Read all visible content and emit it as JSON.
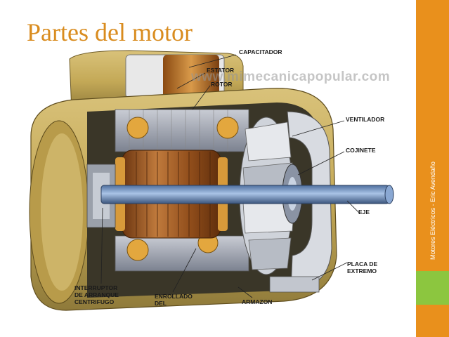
{
  "slide": {
    "title": "Partes del motor",
    "footer_vertical": "Motores Eléctricos - Eric Avendaño",
    "accent_color": "#e9901c",
    "accent_green": "#8cc63f",
    "title_color": "#d98c1f"
  },
  "diagram": {
    "watermark": "www.mimecanicapopular.com",
    "labels": {
      "capacitador": "CAPACITADOR",
      "estator": "ESTATOR",
      "rotor": "ROTOR",
      "ventilador": "VENTILADOR",
      "cojinete": "COJINETE",
      "eje": "EJE",
      "placa_line1": "PLACA DE",
      "placa_line2": "EXTREMO",
      "interruptor_line1": "INTERRUPTOR",
      "interruptor_line2": "DE ARRANQUE",
      "interruptor_line3": "CENTRIFUGO",
      "enrollado_line1": "ENROLLADO",
      "enrollado_line2": "DEL",
      "armazon": "ARMAZON"
    }
  }
}
